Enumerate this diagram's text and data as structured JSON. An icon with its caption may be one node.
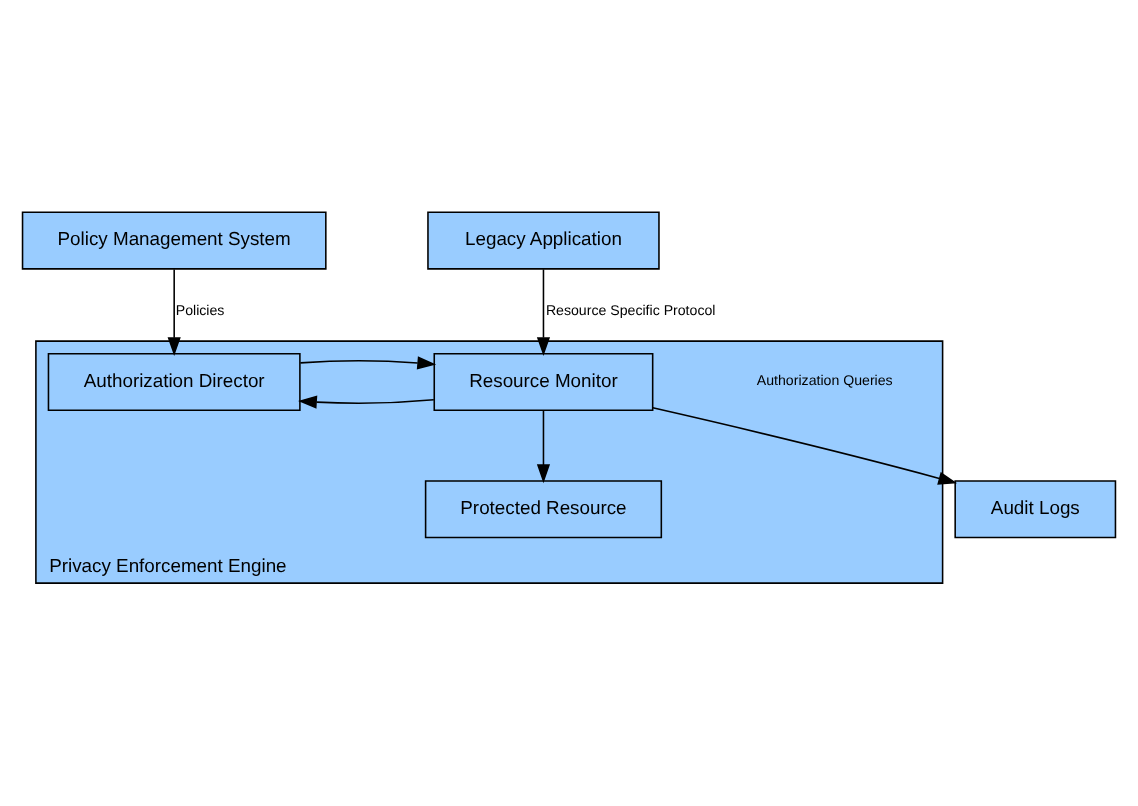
{
  "diagram": {
    "nodes": [
      {
        "text": [
          "Policy Management System"
        ]
      },
      {
        "text": [
          "Legacy Application"
        ]
      },
      {
        "text": [
          "Privacy Enforcement Engine"
        ]
      },
      {
        "text": [
          "Authorization Director"
        ],
        "in": 2
      },
      {
        "text": [
          "Resource Monitor"
        ],
        "in": 2
      },
      {
        "text": [
          "Protected Resource"
        ],
        "in": 2
      },
      {
        "text": [
          "Audit Logs"
        ]
      }
    ],
    "edges": [
      {
        "from": 0,
        "to": 3,
        "arrow": "to",
        "label": "Policies"
      },
      {
        "from": 1,
        "to": 4,
        "arrow": "to",
        "label": "Resource Specific Protocol"
      },
      {
        "from": 4,
        "to": 3,
        "arrow": "to"
      },
      {
        "from": 3,
        "to": 4,
        "arrow": "to"
      },
      {
        "from": 4,
        "to": 5,
        "arrow": "to"
      },
      {
        "from": 4,
        "to": 6,
        "arrow": "to"
      }
    ],
    "labels": [
      "Authorization Queries"
    ]
  }
}
